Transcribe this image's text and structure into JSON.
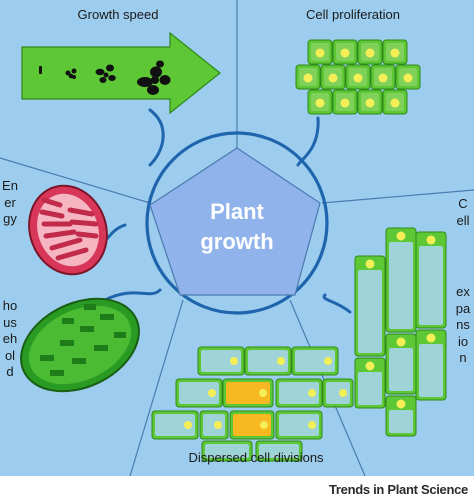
{
  "center": {
    "line1": "Plant",
    "line2": "growth"
  },
  "segments": {
    "growth_speed": "Growth speed",
    "cell_proliferation": "Cell proliferation",
    "energy_household_line1": "Energy",
    "energy_household_line2": "household",
    "cell_expansion_line1": "Cell",
    "cell_expansion_line2": "expansion",
    "dispersed_divisions": "Dispersed cell divisions"
  },
  "footer": "Trends in Plant Science",
  "colors": {
    "panel": "#9dcdee",
    "divider": "#4a7bb0",
    "ring": "#1f65ad",
    "pentagon": "#8fb3ea",
    "cell_green": "#5dc736",
    "cell_body": "#9ed3d8",
    "nucleus": "#f4ef56",
    "dividing_cell": "#f7b821",
    "mitochondrion": "#d8375a",
    "chloroplast": "#2a9b22"
  }
}
